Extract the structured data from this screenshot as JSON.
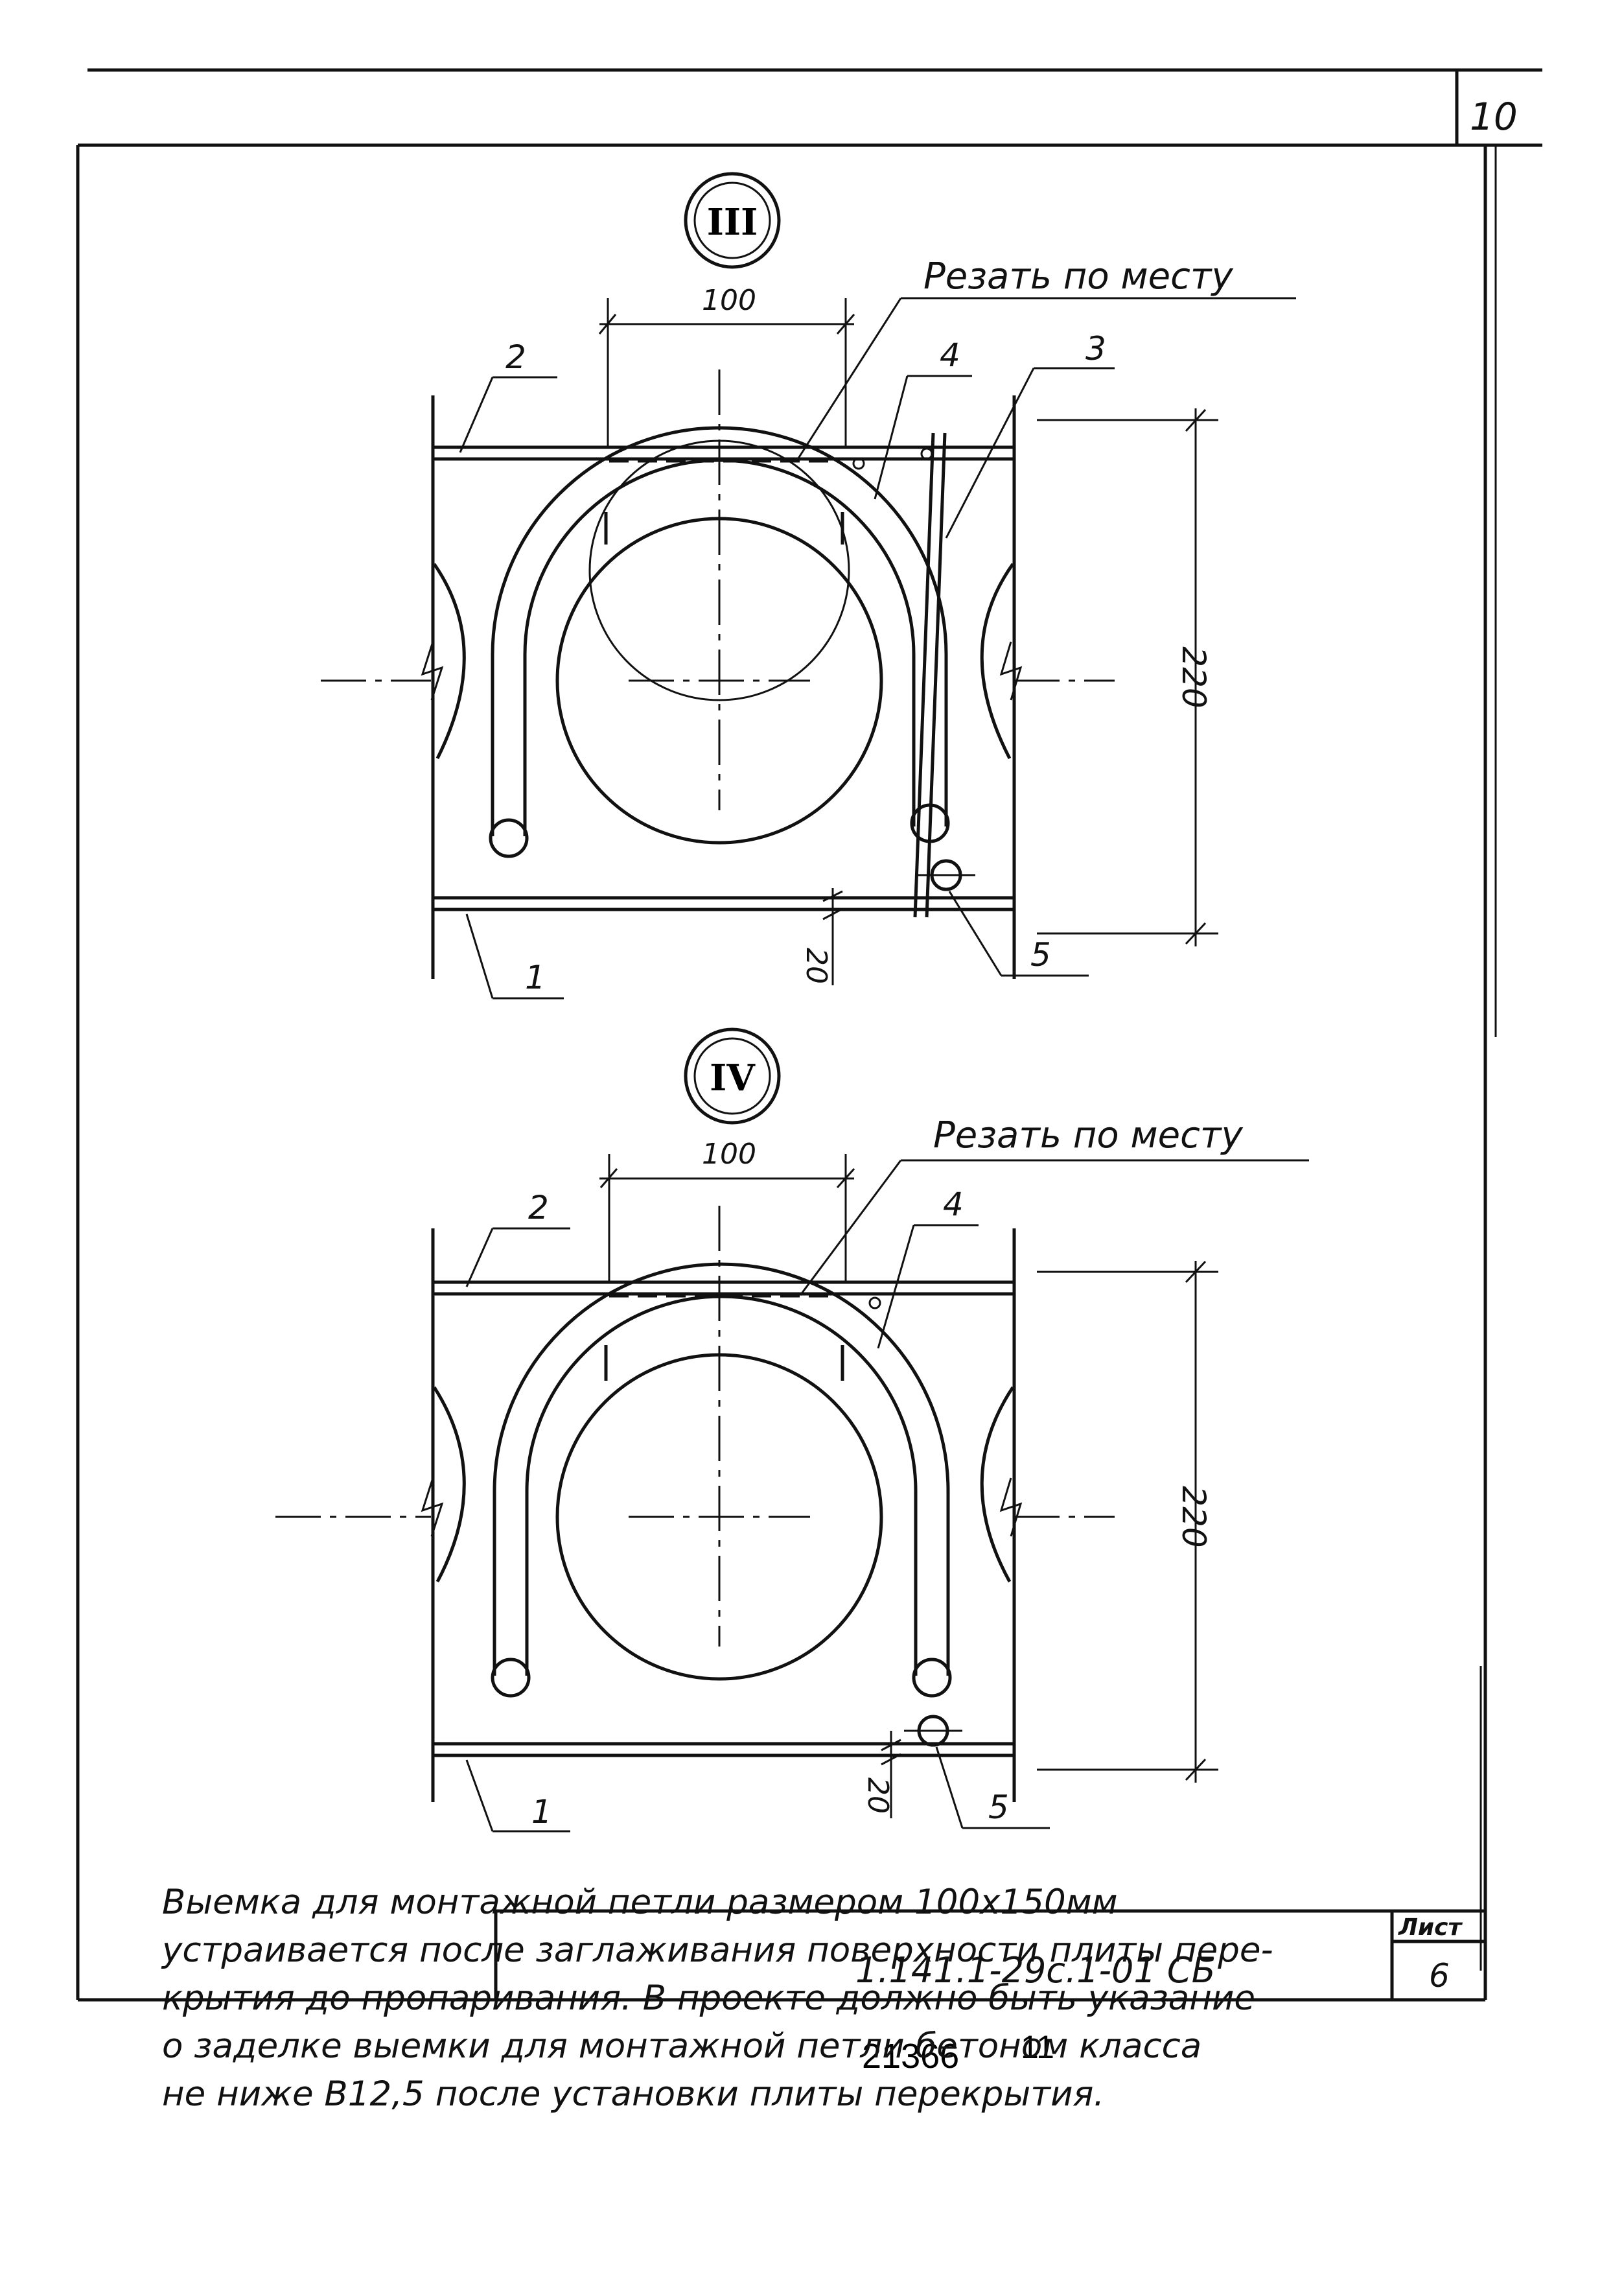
{
  "sheet_number_top": "10",
  "details": [
    {
      "marker": "III",
      "cut_note": "Резать по месту",
      "dim_width": "100",
      "dim_height": "220",
      "dim_offset": "20",
      "callouts": [
        "1",
        "2",
        "3",
        "4",
        "5"
      ]
    },
    {
      "marker": "IV",
      "cut_note": "Резать по месту",
      "dim_width": "100",
      "dim_height": "220",
      "dim_offset": "20",
      "callouts": [
        "1",
        "2",
        "4",
        "5"
      ]
    }
  ],
  "note_lines": [
    "Выемка для монтажной петли размером 100х150мм",
    "устраивается после заглаживания поверхности плиты пере-",
    "крытия до пропаривания. В проекте должно быть указание",
    "о заделке выемки для монтажной петли бетоном класса",
    "не ниже В12,5 после установки плиты перекрытия."
  ],
  "title_block": {
    "document_code": "1.141.1-29с.1-01 СБ",
    "sheet_label": "Лист",
    "sheet_value": "6"
  },
  "footer_number": "21366",
  "footer_extra": "11"
}
